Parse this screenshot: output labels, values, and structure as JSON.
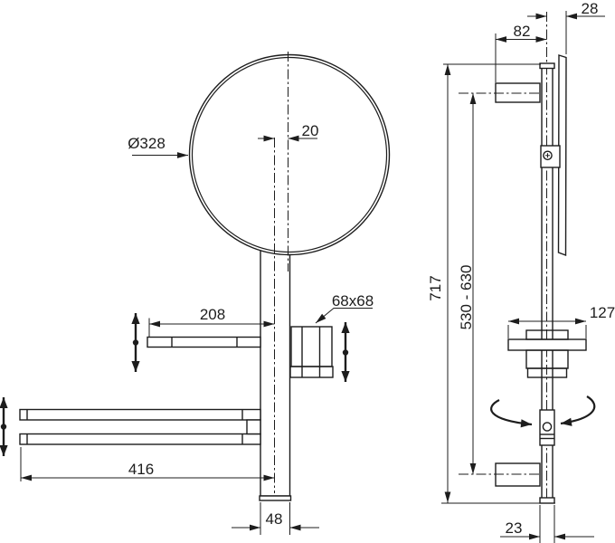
{
  "front_view": {
    "mirror_diameter": "Ø328",
    "mirror_center_offset": "20",
    "shelf_width": "208",
    "cup_size": "68x68",
    "towel_rail_length": "416",
    "column_width": "48"
  },
  "side_view": {
    "mirror_to_column": "28",
    "bracket_projection": "82",
    "total_height": "717",
    "mount_height_range": "530 - 630",
    "shelf_depth": "127",
    "column_depth": "23"
  },
  "colors": {
    "line": "#1d1d1d",
    "background": "#ffffff"
  }
}
